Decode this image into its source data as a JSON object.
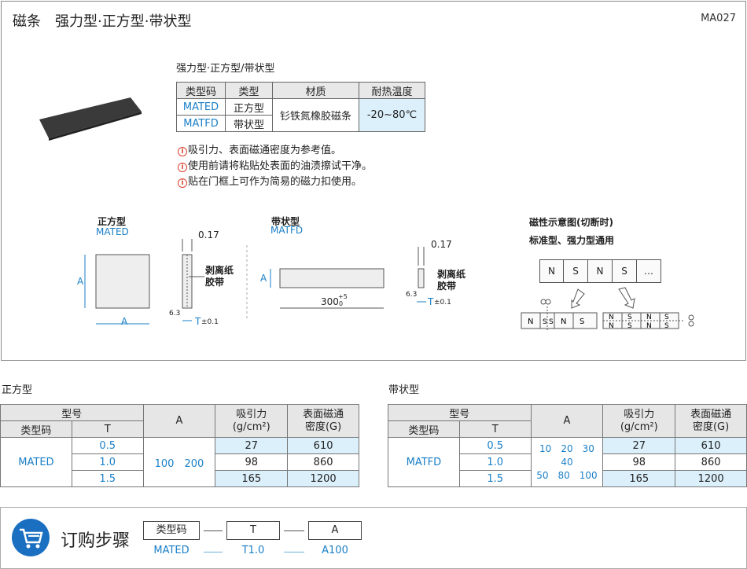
{
  "header": {
    "title": "磁条　强力型·正方型·带状型",
    "code": "MA027"
  },
  "spec": {
    "subtitle": "强力型·正方型/带状型",
    "headers": [
      "类型码",
      "类型",
      "材质",
      "耐热温度"
    ],
    "rows": [
      {
        "code": "MATED",
        "type": "正方型"
      },
      {
        "code": "MATFD",
        "type": "带状型"
      }
    ],
    "material": "钐铁氮橡胶磁条",
    "temperature": "-20~80℃"
  },
  "notes": [
    "吸引力、表面磁通密度为参考值。",
    "使用前请将粘贴处表面的油渍擦试干净。",
    "贴在门框上可作为简易的磁力扣使用。"
  ],
  "notes_icon": "i",
  "drawings": {
    "square_label": "正方型",
    "square_code": "MATED",
    "strip_label": "带状型",
    "strip_code": "MATFD",
    "dim_a": "A",
    "dim_t": "T",
    "dim_tol": "±0.1",
    "dim_thick": "0.17",
    "dim_63": "6.3",
    "paper_label_1": "剥离纸",
    "paper_label_2": "胶带",
    "len_300": "300",
    "len_tol": "+5",
    "len_tol_lo": "0",
    "mag_title": "磁性示意图(切断时)",
    "mag_sub": "标准型、强力型通用",
    "poles": [
      "N",
      "S",
      "N",
      "S",
      "…"
    ]
  },
  "square_table": {
    "title": "正方型",
    "h_model": "型号",
    "h_code": "类型码",
    "h_t": "T",
    "h_a": "A",
    "h_force": "吸引力",
    "h_force_unit": "(g/cm²)",
    "h_flux": "表面磁通",
    "h_flux_unit": "密度(G)",
    "code": "MATED",
    "a_values": "100　200",
    "rows": [
      {
        "t": "0.5",
        "force": "27",
        "flux": "610"
      },
      {
        "t": "1.0",
        "force": "98",
        "flux": "860"
      },
      {
        "t": "1.5",
        "force": "165",
        "flux": "1200"
      }
    ]
  },
  "strip_table": {
    "title": "带状型",
    "h_model": "型号",
    "h_code": "类型码",
    "h_t": "T",
    "h_a": "A",
    "h_force": "吸引力",
    "h_force_unit": "(g/cm²)",
    "h_flux": "表面磁通",
    "h_flux_unit": "密度(G)",
    "code": "MATFD",
    "a_values_1": "10　20　30　40",
    "a_values_2": "50　80　100",
    "rows": [
      {
        "t": "0.5",
        "force": "27",
        "flux": "610"
      },
      {
        "t": "1.0",
        "force": "98",
        "flux": "860"
      },
      {
        "t": "1.5",
        "force": "165",
        "flux": "1200"
      }
    ]
  },
  "order": {
    "title": "订购步骤",
    "boxes": [
      "类型码",
      "T",
      "A"
    ],
    "values": [
      "MATED",
      "T1.0",
      "A100"
    ]
  },
  "colors": {
    "blue": "#1a7fc8",
    "light_blue": "#dcf0fb",
    "header_gray": "#e8e8e8"
  }
}
